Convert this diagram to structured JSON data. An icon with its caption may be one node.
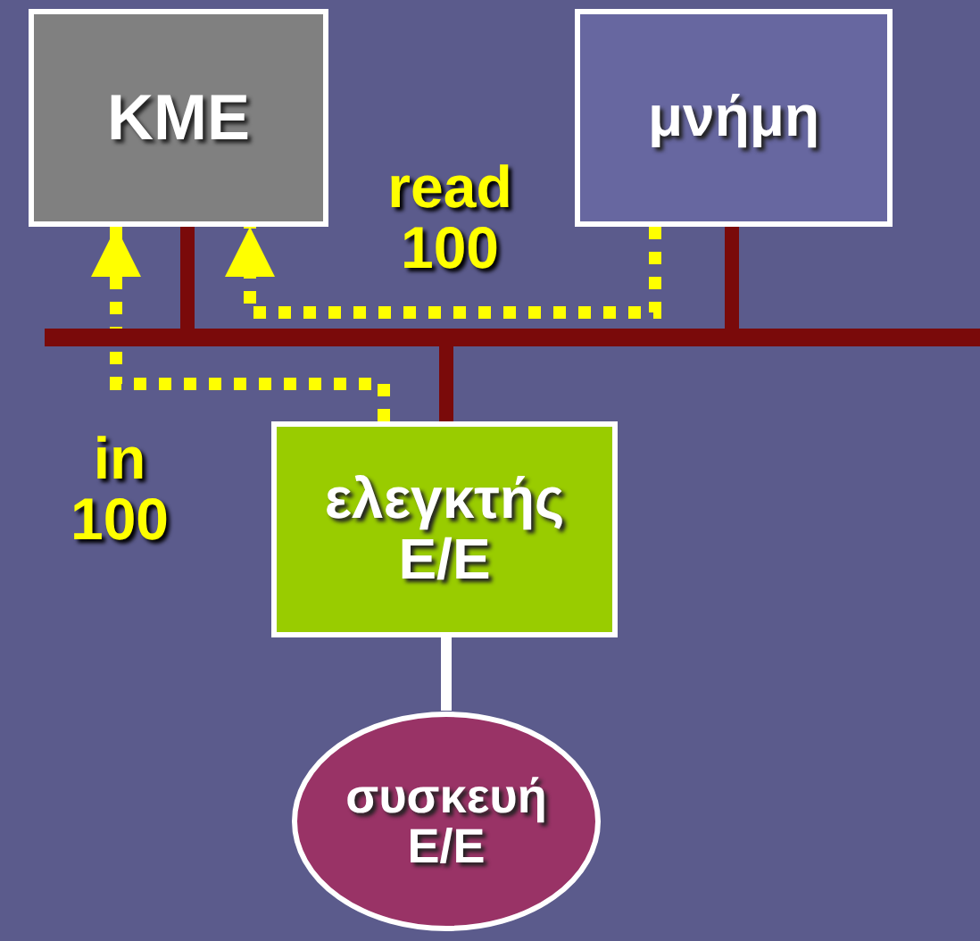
{
  "diagram": {
    "nodes": [
      {
        "text": [
          "ΚΜΕ"
        ]
      },
      {
        "text": [
          "μνήμη"
        ]
      },
      {
        "text": [],
        "shape": "bar"
      },
      {
        "text": [
          "ελεγκτής Ε/Ε"
        ]
      },
      {
        "text": [
          "συσκευή Ε/Ε"
        ]
      }
    ],
    "edges": [
      {
        "from": 0,
        "to": 2,
        "arrow": "none"
      },
      {
        "from": 1,
        "to": 2,
        "arrow": "none"
      },
      {
        "from": 3,
        "to": 2,
        "arrow": "none"
      },
      {
        "from": 3,
        "to": 4,
        "arrow": "none",
        "color": "#ffffff"
      },
      {
        "from": 1,
        "to": 0,
        "arrow": "to",
        "label": "read 100",
        "style": "dashed",
        "color": "#ffff00"
      },
      {
        "from": 3,
        "to": 0,
        "arrow": "to",
        "label": "in 100",
        "style": "dashed",
        "color": "#ffff00"
      }
    ]
  }
}
